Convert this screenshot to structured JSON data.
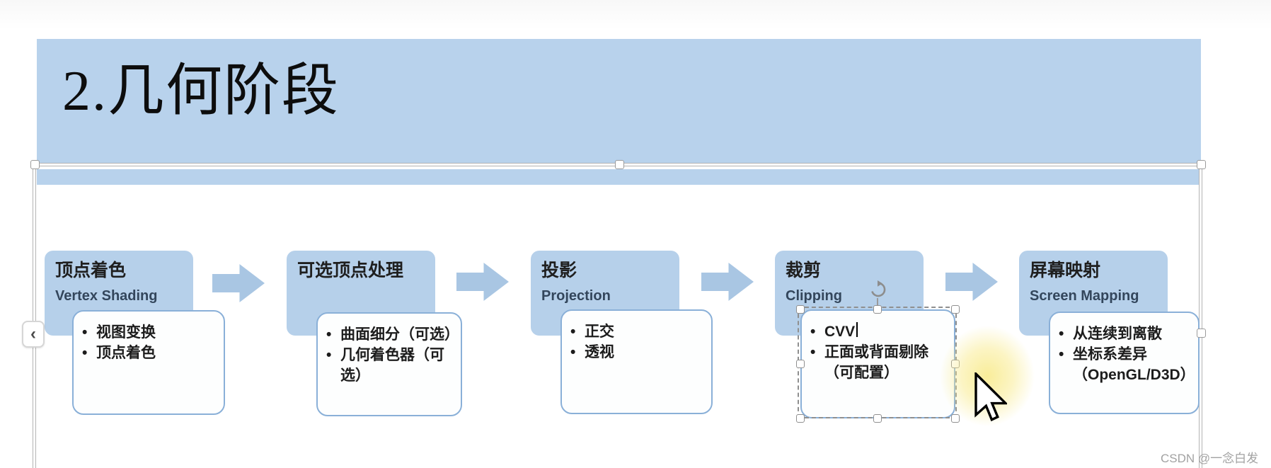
{
  "page": {
    "title": "2.几何阶段",
    "watermark": "CSDN @一念白发"
  },
  "colors": {
    "banner_blue": "#b8d2ec",
    "stage_header_blue": "#b6d0ea",
    "arrow_blue": "#a9c6e3",
    "bullet_box_border_blue": "#8ab0d8",
    "highlight_yellow": "#f9ec94"
  },
  "nav": {
    "prev_label": "‹"
  },
  "stages": [
    {
      "title": "顶点着色",
      "subtitle": "Vertex Shading",
      "bullets": [
        "视图变换",
        "顶点着色"
      ]
    },
    {
      "title": "可选顶点处理",
      "subtitle": "",
      "bullets": [
        "曲面细分（可选）",
        "几何着色器（可选）"
      ]
    },
    {
      "title": "投影",
      "subtitle": "Projection",
      "bullets": [
        "正交",
        "透视"
      ]
    },
    {
      "title": "裁剪",
      "subtitle": "Clipping",
      "bullets": [
        "CVV",
        "正面或背面剔除（可配置）"
      ]
    },
    {
      "title": "屏幕映射",
      "subtitle": "Screen Mapping",
      "bullets": [
        "从连续到离散",
        "坐标系差异（OpenGL/D3D）"
      ]
    }
  ]
}
